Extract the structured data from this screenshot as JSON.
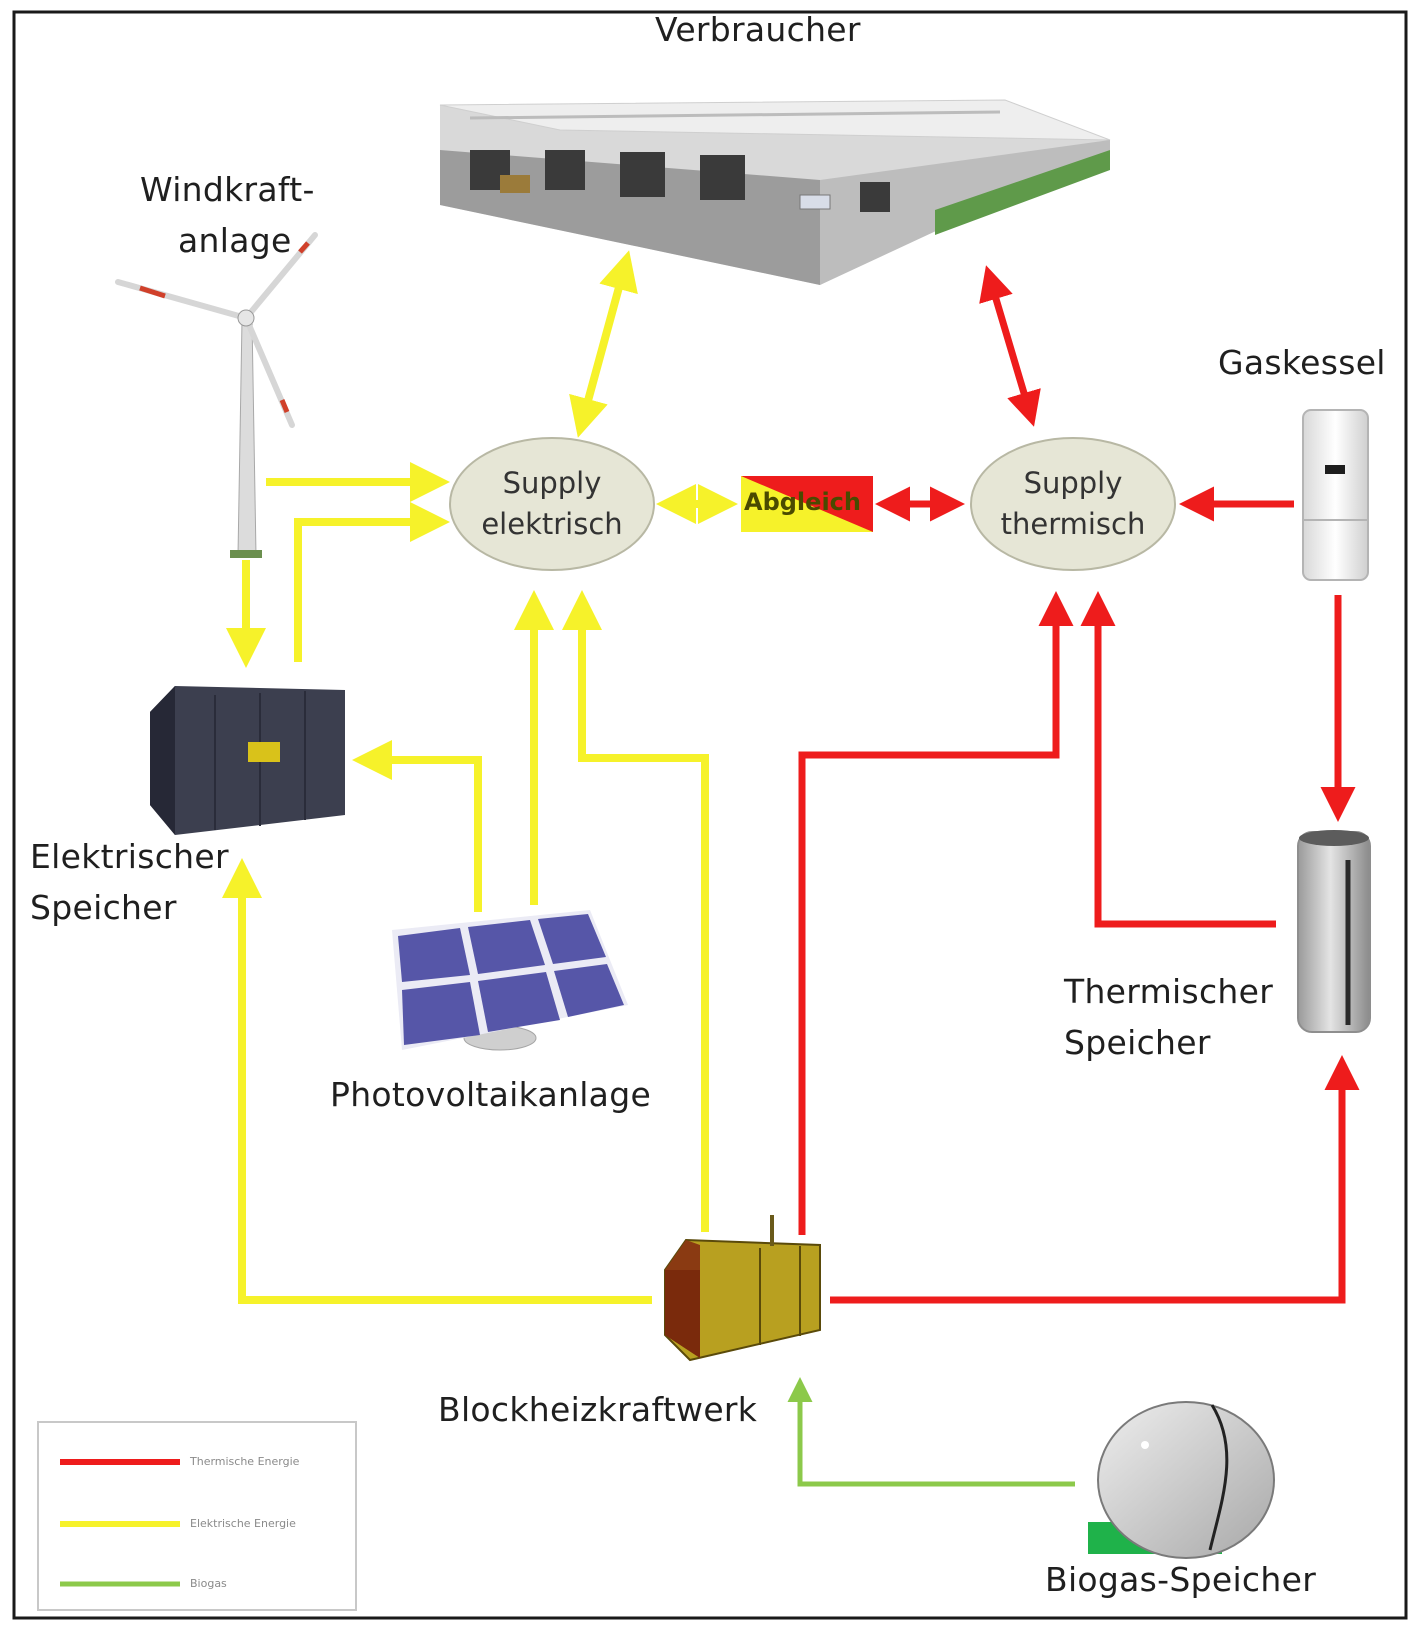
{
  "colors": {
    "thermal": "#ee1c1c",
    "electric": "#f6f22a",
    "biogas": "#8cc94a",
    "supply_node": "#e6e6d6"
  },
  "labels": {
    "verbraucher": "Verbraucher",
    "windkraft_line1": "Windkraft-",
    "windkraft_line2": "anlage",
    "gaskessel": "Gaskessel",
    "elektrischer_line1": "Elektrischer",
    "elektrischer_line2": "Speicher",
    "thermischer_line1": "Thermischer",
    "thermischer_line2": "Speicher",
    "photovoltaik": "Photovoltaikanlage",
    "bhkw": "Blockheizkraftwerk",
    "biogas": "Biogas-Speicher"
  },
  "nodes": {
    "supply_elektrisch_line1": "Supply",
    "supply_elektrisch_line2": "elektrisch",
    "supply_thermisch_line1": "Supply",
    "supply_thermisch_line2": "thermisch",
    "abgleich": "Abgleich"
  },
  "legend": {
    "items": [
      {
        "label": "Thermische Energie",
        "color": "thermal"
      },
      {
        "label": "Elektrische Energie",
        "color": "electric"
      },
      {
        "label": "Biogas",
        "color": "biogas"
      }
    ]
  },
  "icons": {
    "consumer": "factory-building-icon",
    "wind": "wind-turbine-icon",
    "gas_boiler": "gas-boiler-icon",
    "battery": "battery-container-icon",
    "pv": "solar-panel-icon",
    "thermal_storage": "thermal-storage-tank-icon",
    "chp": "chp-container-icon",
    "biogas": "biogas-dome-icon"
  }
}
